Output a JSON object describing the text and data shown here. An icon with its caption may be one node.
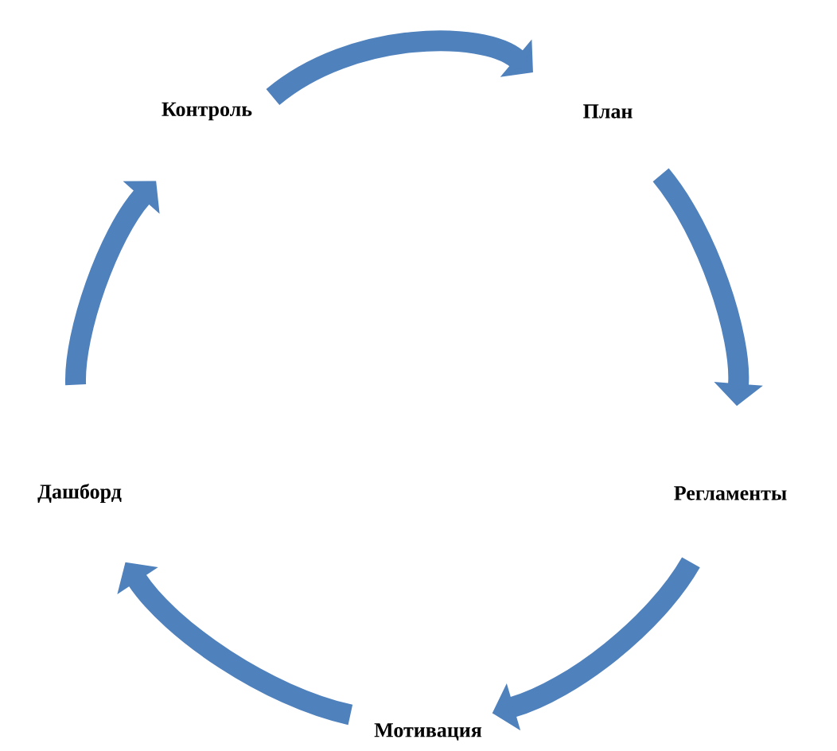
{
  "diagram": {
    "nodes": [
      {
        "text": [
          "Контроль"
        ]
      },
      {
        "text": [
          "План"
        ]
      },
      {
        "text": [
          "Регламенты"
        ]
      },
      {
        "text": [
          "Мотивация"
        ]
      },
      {
        "text": [
          "Дашборд"
        ]
      }
    ],
    "edges": [
      {
        "from": 0,
        "to": 1,
        "arrow": "to"
      },
      {
        "from": 1,
        "to": 2,
        "arrow": "to"
      },
      {
        "from": 2,
        "to": 3,
        "arrow": "to"
      },
      {
        "from": 3,
        "to": 4,
        "arrow": "to"
      },
      {
        "from": 4,
        "to": 0,
        "arrow": "to"
      }
    ]
  }
}
